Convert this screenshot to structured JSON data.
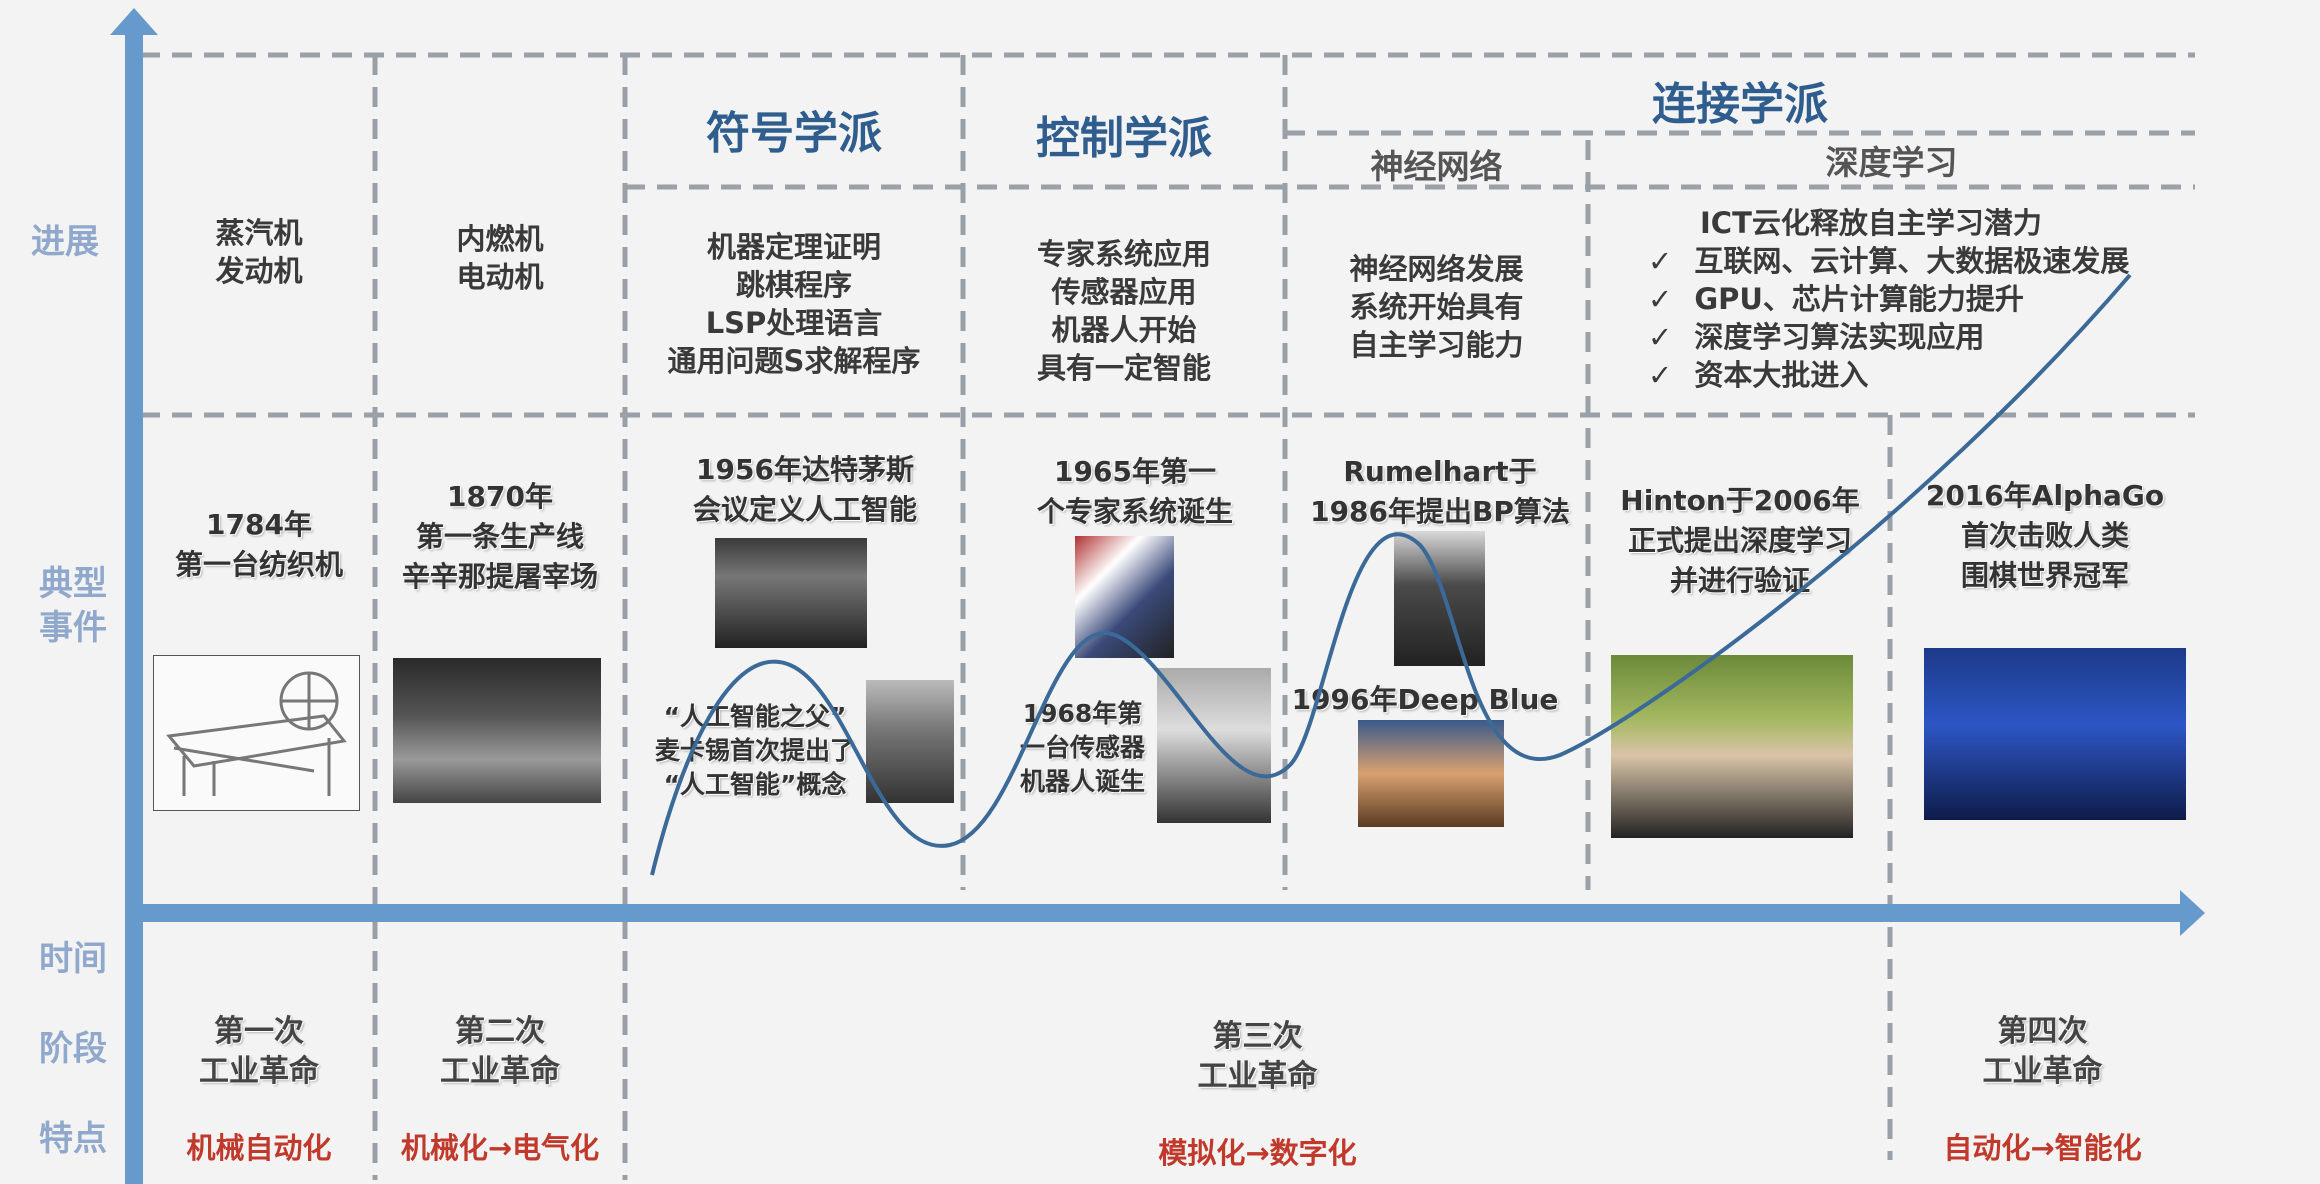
{
  "row_labels": {
    "progress": "进展",
    "events": "典型\n事件",
    "time": "时间",
    "stage": "阶段",
    "feature": "特点"
  },
  "schools": {
    "symbolic": "符号学派",
    "control": "控制学派",
    "connection": "连接学派",
    "neural": "神经网络",
    "deep": "深度学习"
  },
  "progress": {
    "c1": "蒸汽机\n发动机",
    "c2": "内燃机\n电动机",
    "c3": "机器定理证明\n跳棋程序\nLSP处理语言\n通用问题S求解程序",
    "c4": "专家系统应用\n传感器应用\n机器人开始\n具有一定智能",
    "c5": "神经网络发展\n系统开始具有\n自主学习能力",
    "c6_title": "ICT云化释放自主学习潜力",
    "c6_items": [
      "互联网、云计算、大数据极速发展",
      "GPU、芯片计算能力提升",
      "深度学习算法实现应用",
      "资本大批进入"
    ],
    "check": "✓"
  },
  "events": {
    "e1": "1784年\n第一台纺织机",
    "e2": "1870年\n第一条生产线\n辛辛那提屠宰场",
    "e3": "1956年达特茅斯\n会议定义人工智能",
    "e3b": "“人工智能之父”\n麦卡锡首次提出了\n“人工智能”概念",
    "e4": "1965年第一\n个专家系统诞生",
    "e4b": "1968年第\n一台传感器\n机器人诞生",
    "e5": "Rumelhart于\n1986年提出BP算法",
    "e5b": "1996年Deep Blue",
    "e6": "Hinton于2006年\n正式提出深度学习\n并进行验证",
    "e7": "2016年AlphaGo\n首次击败人类\n围棋世界冠军"
  },
  "stages": {
    "s1": "第一次\n工业革命",
    "s2": "第二次\n工业革命",
    "s3": "第三次\n工业革命",
    "s4": "第四次\n工业革命"
  },
  "features": {
    "f1": "机械自动化",
    "f2": "机械化→电气化",
    "f3": "模拟化→数字化",
    "f4": "自动化→智能化"
  },
  "colors": {
    "axis": "#6699cc",
    "grid": "#9aa0a8",
    "curve": "#3b6a99",
    "feature": "#c0392b"
  }
}
